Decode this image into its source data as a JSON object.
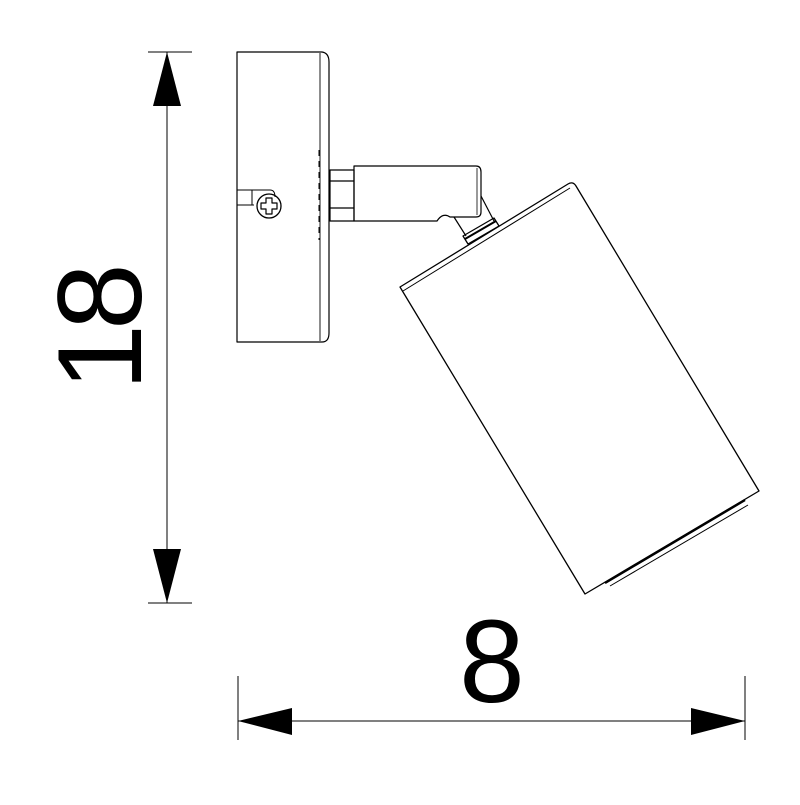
{
  "drawing": {
    "subject": "Wall spotlight, side view",
    "line_color": "#000000",
    "background": "#ffffff",
    "dimensions": {
      "height": {
        "value": "18",
        "orientation": "vertical"
      },
      "width": {
        "value": "8",
        "orientation": "horizontal"
      }
    },
    "parts": [
      "wall-base-plate",
      "mounting-screw",
      "arm-connector",
      "swivel-joint",
      "lamp-cylinder"
    ]
  }
}
